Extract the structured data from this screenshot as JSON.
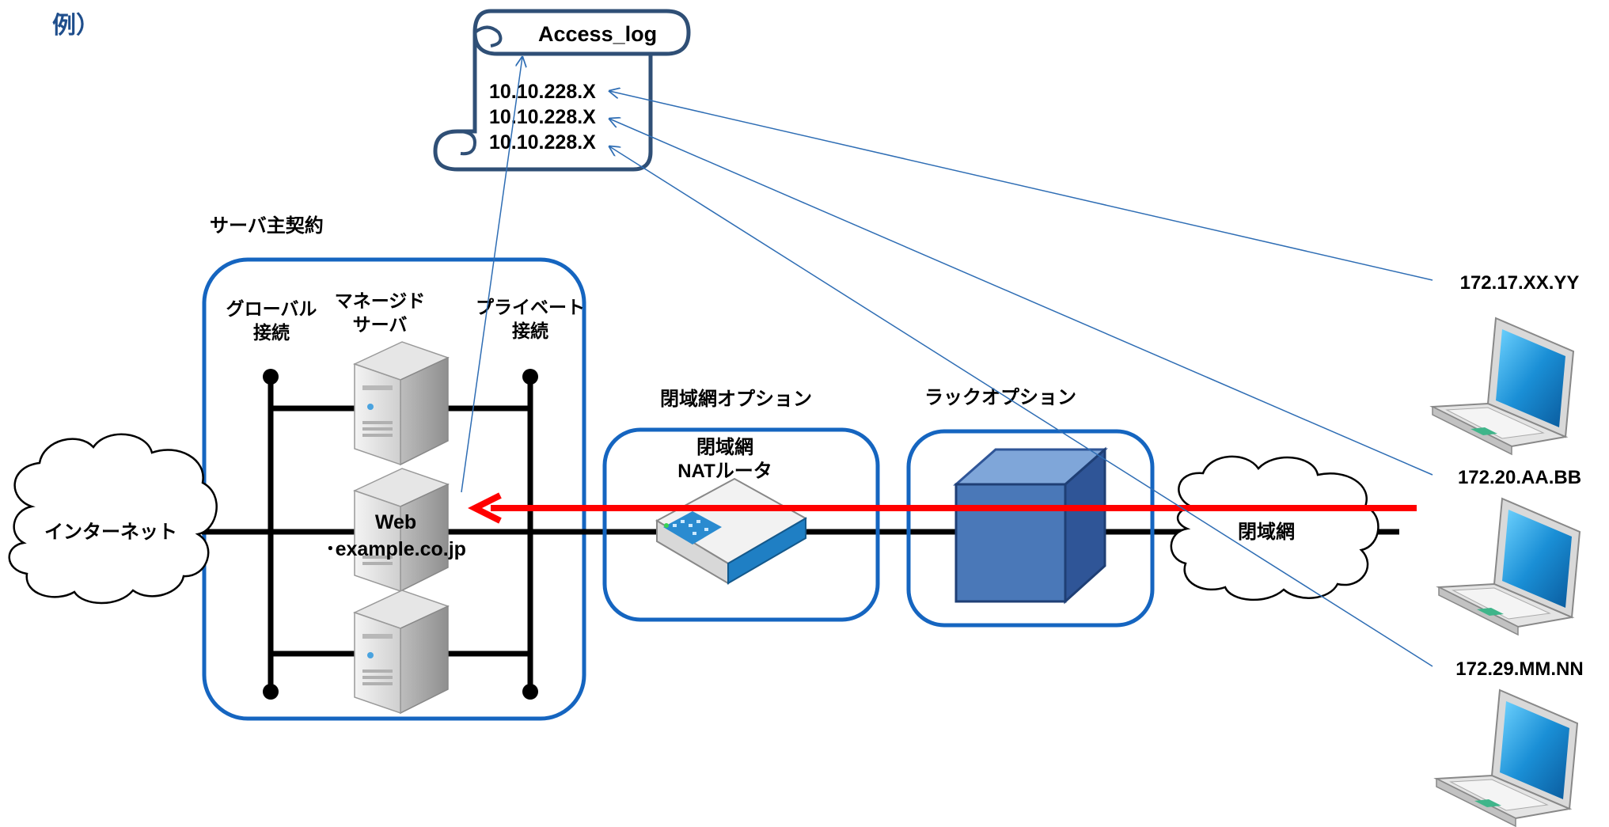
{
  "example_heading": "例）",
  "colors": {
    "heading": "#1f4e8c",
    "box_border": "#1565c0",
    "flow_arrow": "#ff0000",
    "link_lines": "#2e6db4",
    "scroll_border": "#2f4f76",
    "rack": "#4a78b8"
  },
  "access_log": {
    "title": "Access_log",
    "entries": [
      "10.10.228.X",
      "10.10.228.X",
      "10.10.228.X"
    ]
  },
  "server_contract": {
    "label": "サーバ主契約",
    "global_line1": "グローバル",
    "global_line2": "接続",
    "managed_line1": "マネージド",
    "managed_line2": "サーバ",
    "private_line1": "プライベート",
    "private_line2": "接続",
    "web_line1": "Web",
    "web_line2": "･example.co.jp"
  },
  "internet_label": "インターネット",
  "closed_network_option": {
    "label": "閉域網オプション",
    "router_line1": "閉域網",
    "router_line2": "NATルータ"
  },
  "rack_option": {
    "label": "ラックオプション"
  },
  "closed_network_label": "閉域網",
  "clients": [
    {
      "ip": "172.17.XX.YY",
      "icon": "laptop-icon"
    },
    {
      "ip": "172.20.AA.BB",
      "icon": "laptop-icon"
    },
    {
      "ip": "172.29.MM.NN",
      "icon": "laptop-icon"
    }
  ],
  "icons": [
    "cloud-icon",
    "server-icon",
    "router-icon",
    "rack-cube-icon",
    "laptop-icon",
    "scroll-icon"
  ]
}
